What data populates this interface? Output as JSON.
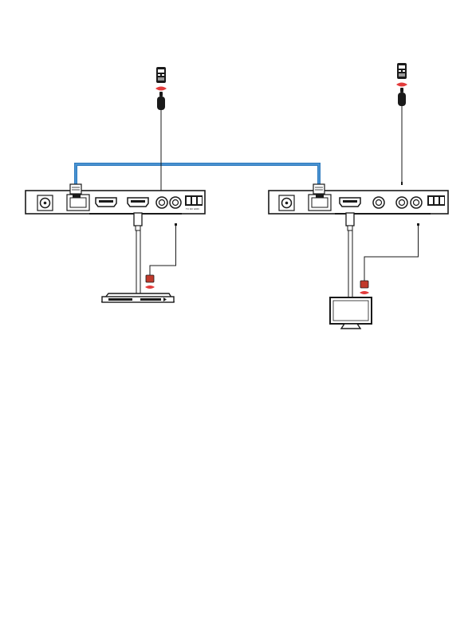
{
  "diagram": {
    "devices": [
      {
        "id": "transmitter",
        "ports": [
          "power",
          "hdbaset",
          "hdmi-in",
          "hdmi-loop",
          "ir-in",
          "ir-out",
          "rs232"
        ],
        "rs232_label": "TX  RX  GND"
      },
      {
        "id": "receiver",
        "ports": [
          "power",
          "hdbaset",
          "hdmi-out",
          "ir-in",
          "ir-out",
          "rs232"
        ]
      }
    ],
    "peripherals": [
      "ir-remote-left",
      "ir-remote-right",
      "source-player",
      "display-monitor"
    ],
    "colors": {
      "cat_cable": "#2f7bbf",
      "ir_emitter": "#c0392b",
      "ir_signal": "#e23b3b",
      "line": "#1a1a1a"
    }
  }
}
